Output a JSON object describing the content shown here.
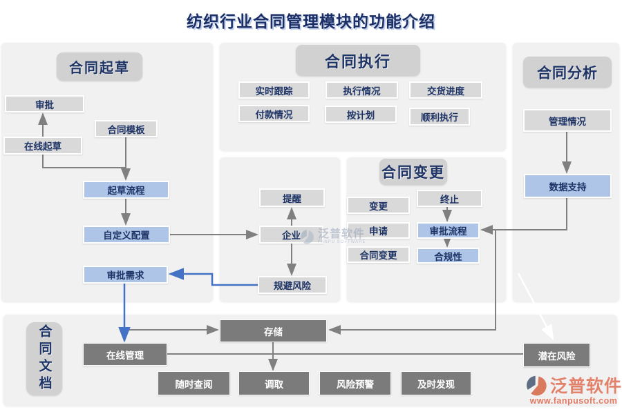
{
  "title": "纺织行业合同管理模块的功能介绍",
  "sections": {
    "draft": {
      "header": "合同起草",
      "approve": "审批",
      "template": "合同模板",
      "online_draft": "在线起草",
      "draft_flow": "起草流程",
      "custom_config": "自定义配置",
      "approval_need": "审批需求"
    },
    "execute": {
      "header": "合同执行",
      "items": [
        "实时跟踪",
        "执行情况",
        "交货进度",
        "付款情况",
        "按计划",
        "顺利执行"
      ]
    },
    "risk": {
      "remind": "提醒",
      "enterprise": "企业",
      "avoid_risk": "规避风险"
    },
    "change": {
      "header": "合同变更",
      "change": "变更",
      "apply": "申请",
      "contract_change": "合同变更",
      "terminate": "终止",
      "approval_flow": "审批流程",
      "compliance": "合规性"
    },
    "analysis": {
      "header": "合同分析",
      "management": "管理情况",
      "data_support": "数据支持"
    },
    "document": {
      "header": "合同文档",
      "online_manage": "在线管理",
      "store": "存储",
      "view_anytime": "随时查阅",
      "retrieve": "调取",
      "risk_alert": "风险预警",
      "timely_detect": "及时发现",
      "potential_risk": "潜在风险"
    }
  },
  "watermark": {
    "brand": "泛普软件",
    "sub": "FANPU SOFTWARE"
  },
  "brand": {
    "name": "泛普软件",
    "url": "www.fanpusoft.com"
  },
  "colors": {
    "navy_text": "#1e3466",
    "accent_blue": "#4472c4",
    "box_blue": "#aec5e8",
    "box_gray": "#d9d9d9",
    "box_dark": "#7b7b7b",
    "panel_gray": "#f2f1f1",
    "brand_salmon": "#df6e54",
    "arrow_gray": "#808080"
  }
}
